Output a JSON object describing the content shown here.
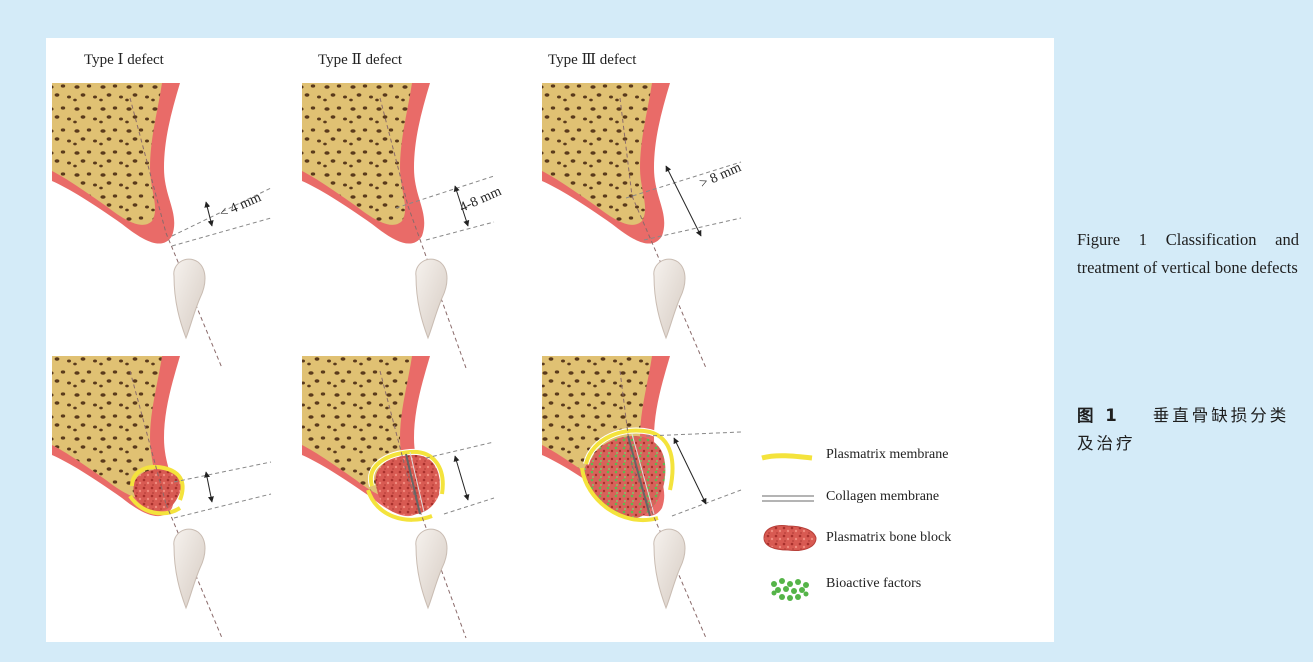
{
  "figure": {
    "columns": [
      {
        "title": "Type Ⅰ defect",
        "measure": "< 4 mm"
      },
      {
        "title": "Type Ⅱ defect",
        "measure": "4-8 mm"
      },
      {
        "title": "Type Ⅲ defect",
        "measure": "> 8 mm"
      }
    ],
    "legend": [
      {
        "label": "Plasmatrix membrane",
        "icon": "yellow-band-icon"
      },
      {
        "label": "Collagen membrane",
        "icon": "gray-double-line-icon"
      },
      {
        "label": "Plasmatrix bone block",
        "icon": "red-bone-block-icon"
      },
      {
        "label": "Bioactive factors",
        "icon": "green-dots-icon"
      }
    ],
    "colors": {
      "gingiva": "#e96b68",
      "bone": "#e0c173",
      "pores": "#5a3a1c",
      "plasmatrix": "#f4e33c",
      "bone_block": "#cc4a44",
      "bioactive": "#55b448",
      "tooth": "#ede6e0",
      "guide_line": "#8a6a6a"
    }
  },
  "caption": {
    "english": "Figure 1  Classification and treatment of vertical bone defects",
    "chinese_label": "图 1",
    "chinese_text": "垂直骨缺损分类及治疗"
  }
}
